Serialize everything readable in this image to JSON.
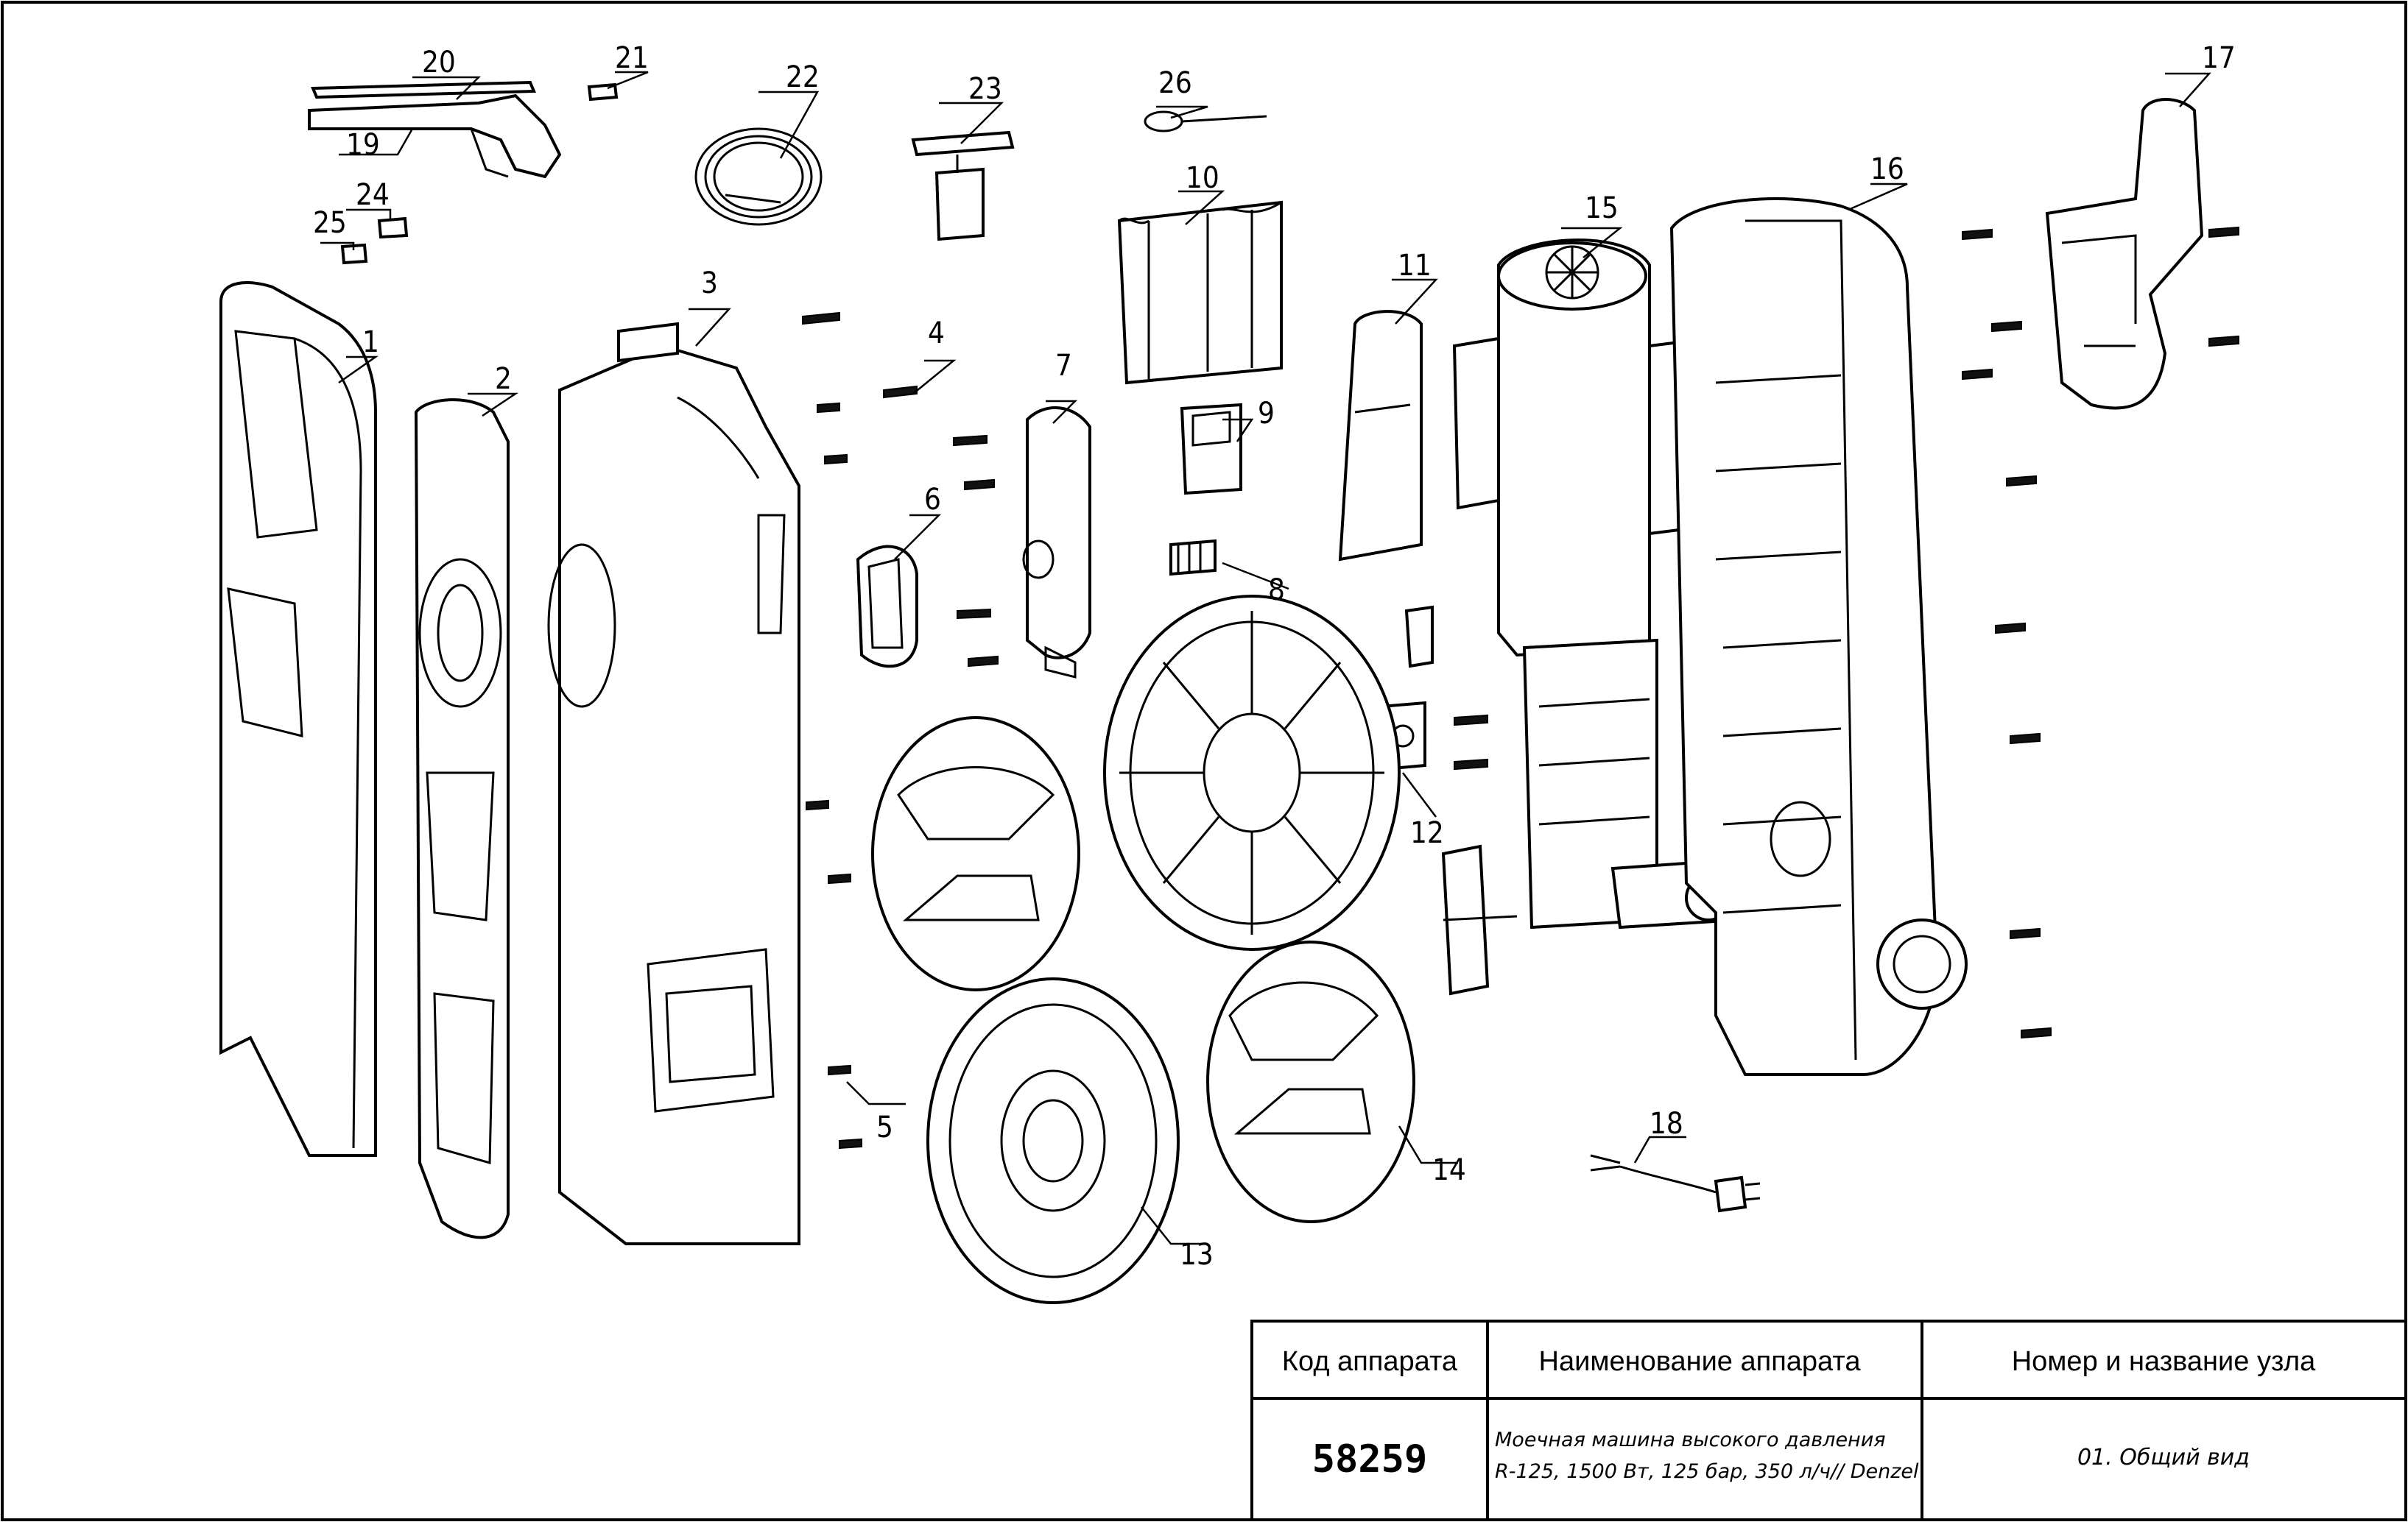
{
  "parts": [
    {
      "n": "1"
    },
    {
      "n": "2"
    },
    {
      "n": "3"
    },
    {
      "n": "4"
    },
    {
      "n": "5"
    },
    {
      "n": "6"
    },
    {
      "n": "7"
    },
    {
      "n": "8"
    },
    {
      "n": "9"
    },
    {
      "n": "10"
    },
    {
      "n": "11"
    },
    {
      "n": "12"
    },
    {
      "n": "13"
    },
    {
      "n": "14"
    },
    {
      "n": "15"
    },
    {
      "n": "16"
    },
    {
      "n": "17"
    },
    {
      "n": "18"
    },
    {
      "n": "19"
    },
    {
      "n": "20"
    },
    {
      "n": "21"
    },
    {
      "n": "22"
    },
    {
      "n": "23"
    },
    {
      "n": "24"
    },
    {
      "n": "25"
    },
    {
      "n": "26"
    }
  ],
  "title_block": {
    "col1_header": "Код аппарата",
    "col2_header": "Наименование аппарата",
    "col3_header": "Номер и название узла",
    "code": "58259",
    "name_line1": "Моечная машина высокого давления",
    "name_line2": "R-125, 1500 Вт, 125 бар, 350 л/ч// Denzel",
    "node": "01. Общий вид"
  }
}
